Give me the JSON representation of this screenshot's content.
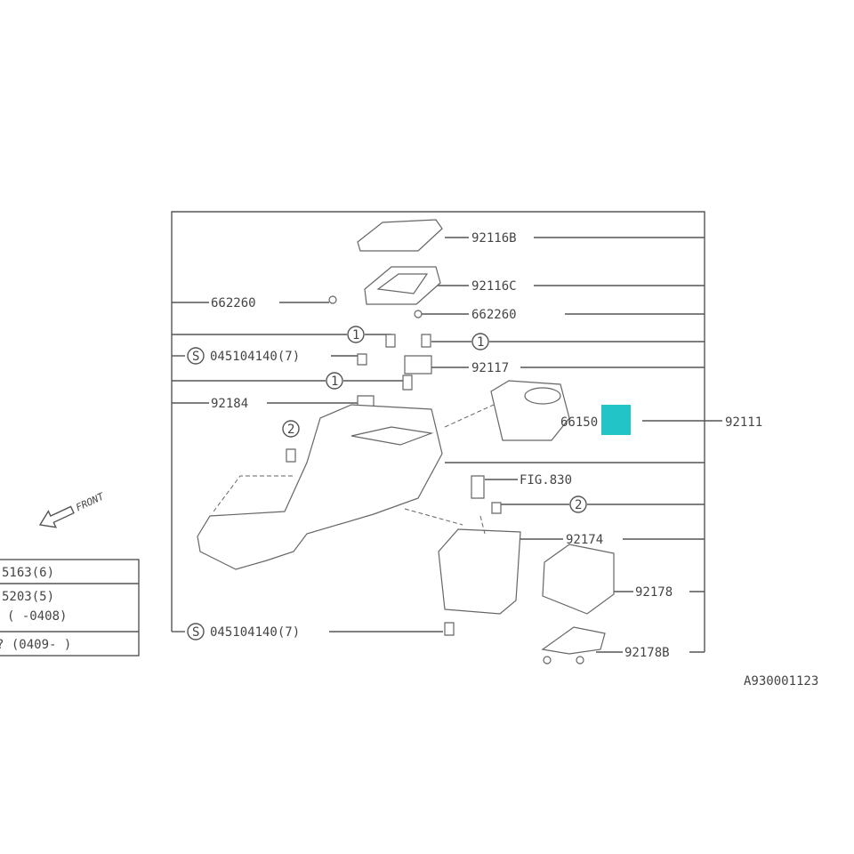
{
  "labels": {
    "p92116B": "92116B",
    "p92116C": "92116C",
    "p662260_left": "662260",
    "p662260_right": "662260",
    "p045_top": "045104140(7)",
    "p92117": "92117",
    "p92184": "92184",
    "p66150": "66150",
    "p92111": "92111",
    "fig830": "FIG.830",
    "p92174": "92174",
    "p92178": "92178",
    "p92178B": "92178B",
    "p045_bottom": "045104140(7)",
    "ref1": "1",
    "ref2": "2",
    "s_mark": "S",
    "front": "FRONT",
    "diagram_id": "A930001123"
  },
  "table": {
    "rows": [
      "5163(6)",
      "5203(5)",
      "( -0408)",
      "? (0409- )"
    ]
  },
  "highlight_color": "#22c4c8"
}
